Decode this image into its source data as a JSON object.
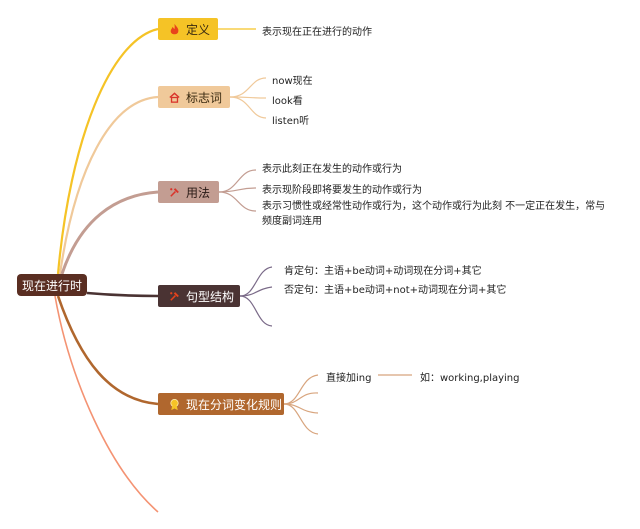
{
  "root": {
    "label": "现在进行时"
  },
  "branches": [
    {
      "label": "定义",
      "icon": "flame-icon",
      "color": "#f5c326",
      "leaves": [
        "表示现在正在进行的动作"
      ]
    },
    {
      "label": "标志词",
      "icon": "home-icon",
      "color": "#f0c99a",
      "leaves": [
        "now现在",
        "look看",
        "listen听"
      ]
    },
    {
      "label": "用法",
      "icon": "pin-icon",
      "color": "#c39d92",
      "leaves": [
        "表示此刻正在发生的动作或行为",
        "表示现阶段即将要发生的动作或行为",
        "表示习惯性或经常性动作或行为，这个动作或行为此刻 不一定正在发生，常与频度副词连用"
      ]
    },
    {
      "label": "句型结构",
      "icon": "pin-icon",
      "color": "#4a3333",
      "leaves": [
        "肯定句：主语+be动词+动词现在分词+其它",
        "否定句：主语+be动词+not+动词现在分词+其它"
      ]
    },
    {
      "label": "现在分词变化规则",
      "icon": "award-icon",
      "color": "#b0672e",
      "leaves": [
        "直接加ing"
      ],
      "sub": "如：working,playing"
    }
  ]
}
